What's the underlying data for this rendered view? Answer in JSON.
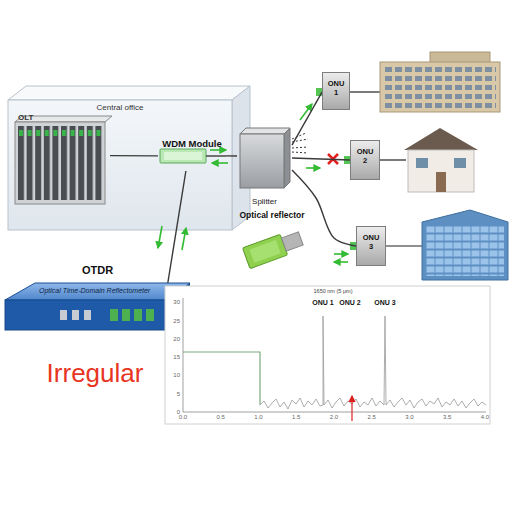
{
  "diagram": {
    "nodes": [
      {
        "text": [
          "Central office"
        ]
      },
      {
        "text": [
          "OLT"
        ],
        "in": 0
      },
      {
        "text": [
          "WDM Module"
        ],
        "in": 0
      },
      {
        "text": [
          "Splitter"
        ]
      },
      {
        "text": [
          "ONU 1"
        ]
      },
      {
        "text": [
          "ONU 2"
        ]
      },
      {
        "text": [
          "ONU 3"
        ]
      },
      {
        "text": [
          "Optical reflector"
        ]
      },
      {
        "text": [
          "OTDR",
          "Optical Time-Domain Reflectometer"
        ]
      }
    ],
    "edges": [
      {
        "from": 1,
        "to": 2,
        "arrow": "none"
      },
      {
        "from": 2,
        "to": 3,
        "arrow": "none"
      },
      {
        "from": 3,
        "to": 4,
        "arrow": "none"
      },
      {
        "from": 3,
        "to": 5,
        "arrow": "none"
      },
      {
        "from": 3,
        "to": 6,
        "arrow": "none"
      },
      {
        "from": 8,
        "to": 2,
        "arrow": "none"
      }
    ],
    "labels": [
      "Irregular",
      "1650 nm (5 μm)",
      "ONU 1",
      "ONU 2",
      "ONU 3",
      "0",
      "5",
      "10",
      "15",
      "20",
      "25",
      "30",
      "0.0",
      "0.5",
      "1.0",
      "1.5",
      "2.0",
      "2.5",
      "3.0",
      "3.5",
      "4.0"
    ]
  }
}
